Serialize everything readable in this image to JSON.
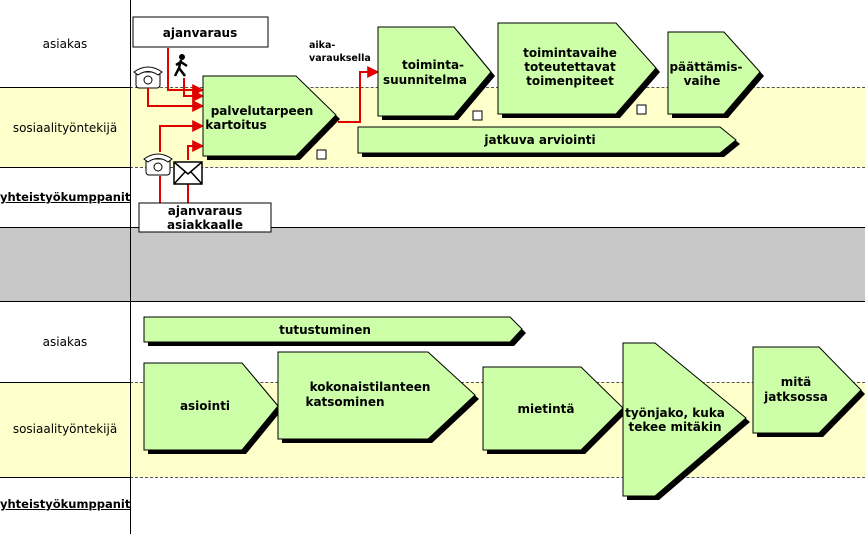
{
  "top_section": {
    "lanes": [
      "asiakas",
      "sosiaalityöntekijä",
      "yhteistyökumppanit"
    ],
    "boxes": {
      "ajanvaraus": "ajanvaraus",
      "ajanvaraus_asiakkaalle_1": "ajanvaraus",
      "ajanvaraus_asiakkaalle_2": "asiakkaalle"
    },
    "note_1": "aika-",
    "note_2": "varauksella",
    "shapes": {
      "palvelutarpeen_1": "palvelutarpeen",
      "palvelutarpeen_2": "kartoitus",
      "suunnitelma_1": "toiminta-",
      "suunnitelma_2": "suunnitelma",
      "vaihe_1": "toimintavaihe",
      "vaihe_2": "toteutettavat",
      "vaihe_3": "toimenpiteet",
      "paattamis_1": "päättämis-",
      "paattamis_2": "vaihe",
      "arviointi": "jatkuva arviointi"
    }
  },
  "bottom_section": {
    "lanes": [
      "asiakas",
      "sosiaalityöntekijä",
      "yhteistyökumppanit"
    ],
    "shapes": {
      "tutustuminen": "tutustuminen",
      "asiointi": "asiointi",
      "kokonais_1": "kokonaistilanteen",
      "kokonais_2": "katsominen",
      "mietinta": "mietintä",
      "tyonjako_1": "työnjako, kuka",
      "tyonjako_2": "tekee mitäkin",
      "mita_1": "mitä",
      "mita_2": "jatksossa"
    }
  },
  "colors": {
    "shape_fill": "#ccffa8",
    "lane_yellow": "#ffffcc",
    "separator_gray": "#c8c8c8",
    "arrow_red": "#e00000"
  }
}
